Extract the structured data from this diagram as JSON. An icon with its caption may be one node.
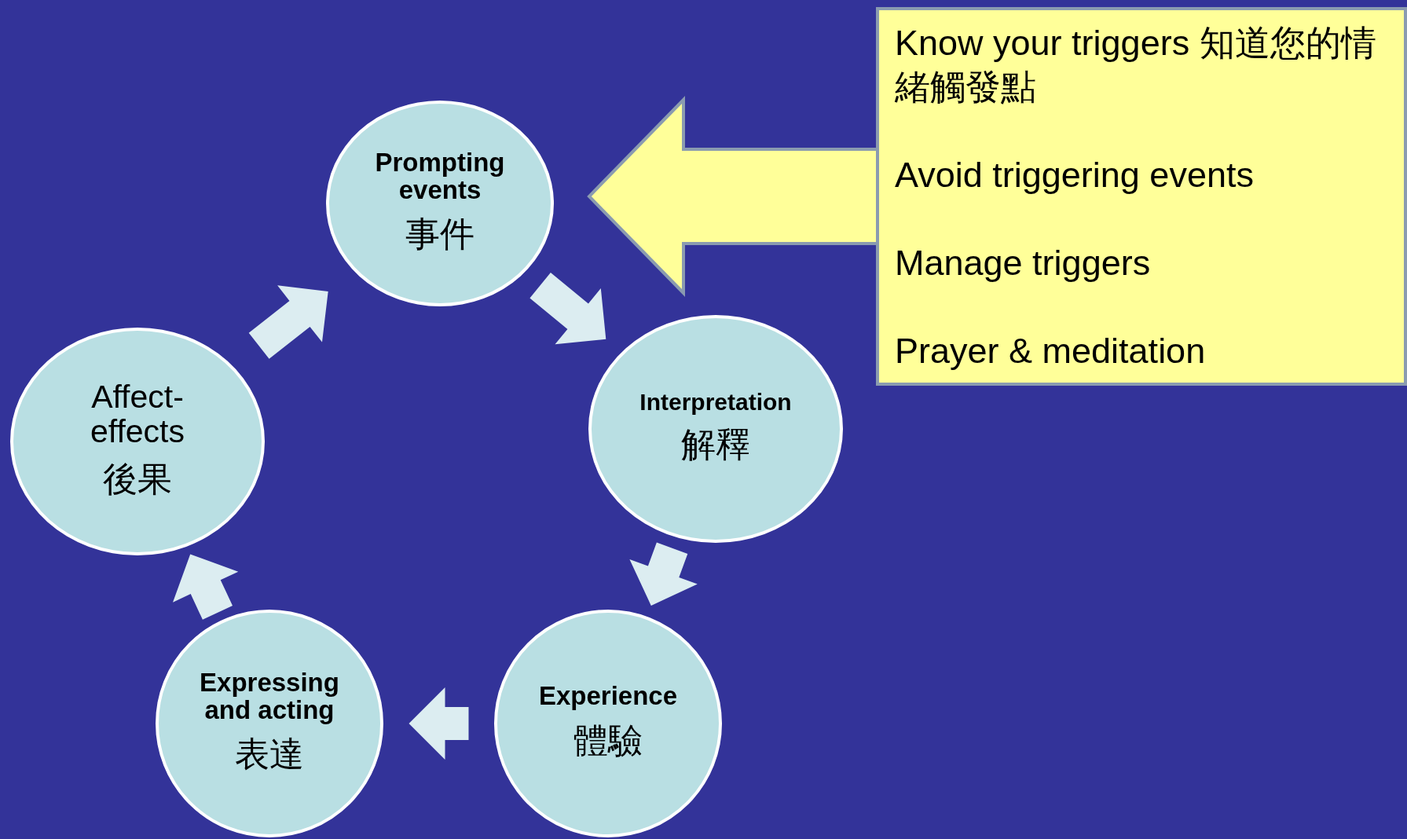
{
  "diagram": {
    "nodes": [
      {
        "text": [
          "Prompting events",
          "事件"
        ]
      },
      {
        "text": [
          "Interpretation",
          "解釋"
        ]
      },
      {
        "text": [
          "Experience",
          "體驗"
        ]
      },
      {
        "text": [
          "Expressing and acting",
          "表達"
        ]
      },
      {
        "text": [
          "Affect-effects",
          "後果"
        ]
      },
      {
        "text": [
          "Know your triggers 知道您的情緒觸發點",
          "Avoid triggering events",
          "Manage triggers",
          "Prayer & meditation"
        ]
      }
    ],
    "edges": [
      {
        "from": 0,
        "to": 1,
        "arrow": "to"
      },
      {
        "from": 1,
        "to": 2,
        "arrow": "to"
      },
      {
        "from": 2,
        "to": 3,
        "arrow": "to"
      },
      {
        "from": 3,
        "to": 4,
        "arrow": "to"
      },
      {
        "from": 4,
        "to": 0,
        "arrow": "to"
      },
      {
        "from": 5,
        "to": 0,
        "arrow": "to",
        "color": "#ffff99"
      }
    ]
  }
}
